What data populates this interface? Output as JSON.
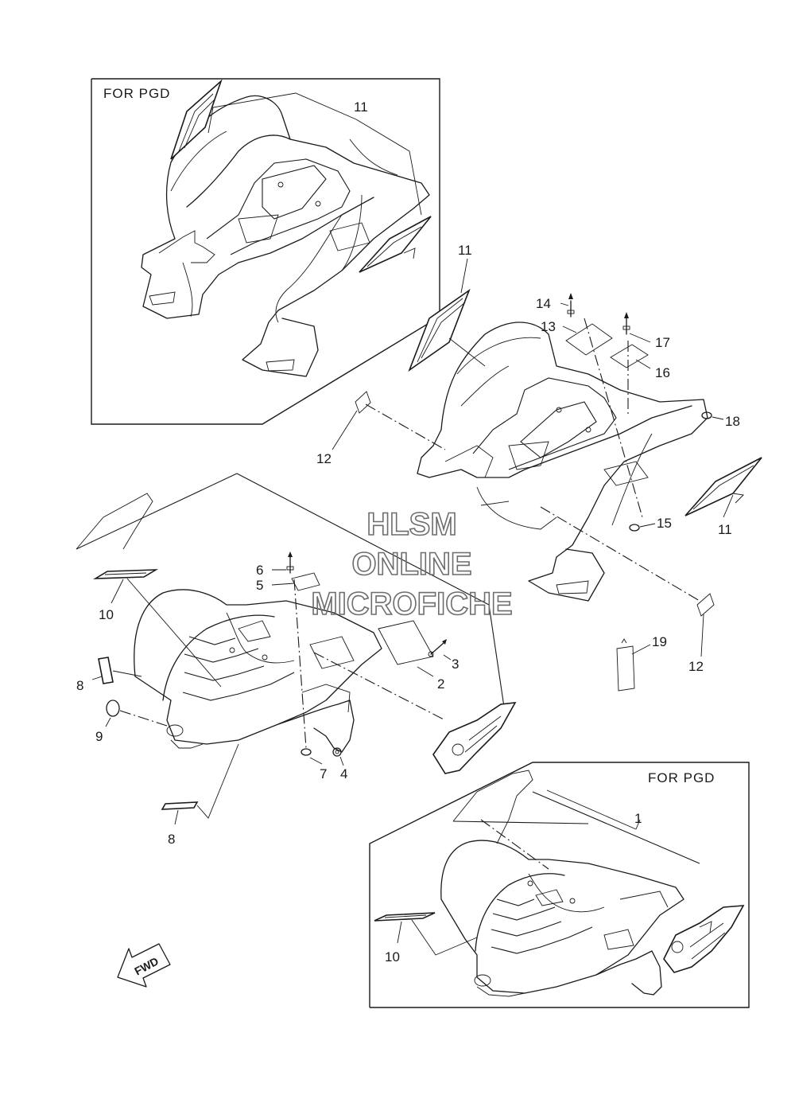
{
  "box_labels": {
    "top_left": "FOR  PGD",
    "bottom_right": "FOR  PGD"
  },
  "callouts": {
    "c1": "1",
    "c2": "2",
    "c3": "3",
    "c4": "4",
    "c5": "5",
    "c6": "6",
    "c7": "7",
    "c8a": "8",
    "c8b": "8",
    "c9": "9",
    "c10a": "10",
    "c10b": "10",
    "c11a": "11",
    "c11b": "11",
    "c11c": "11",
    "c12a": "12",
    "c12b": "12",
    "c13": "13",
    "c14": "14",
    "c15": "15",
    "c16": "16",
    "c17": "17",
    "c18": "18",
    "c19": "19"
  },
  "watermark": {
    "line1": "HLSM",
    "line2": "ONLINE",
    "line3": "MICROFICHE"
  },
  "direction_arrow": "FWD",
  "colors": {
    "ink": "#1a1a1a",
    "watermark": "#6d6d6d",
    "paper": "#ffffff"
  }
}
